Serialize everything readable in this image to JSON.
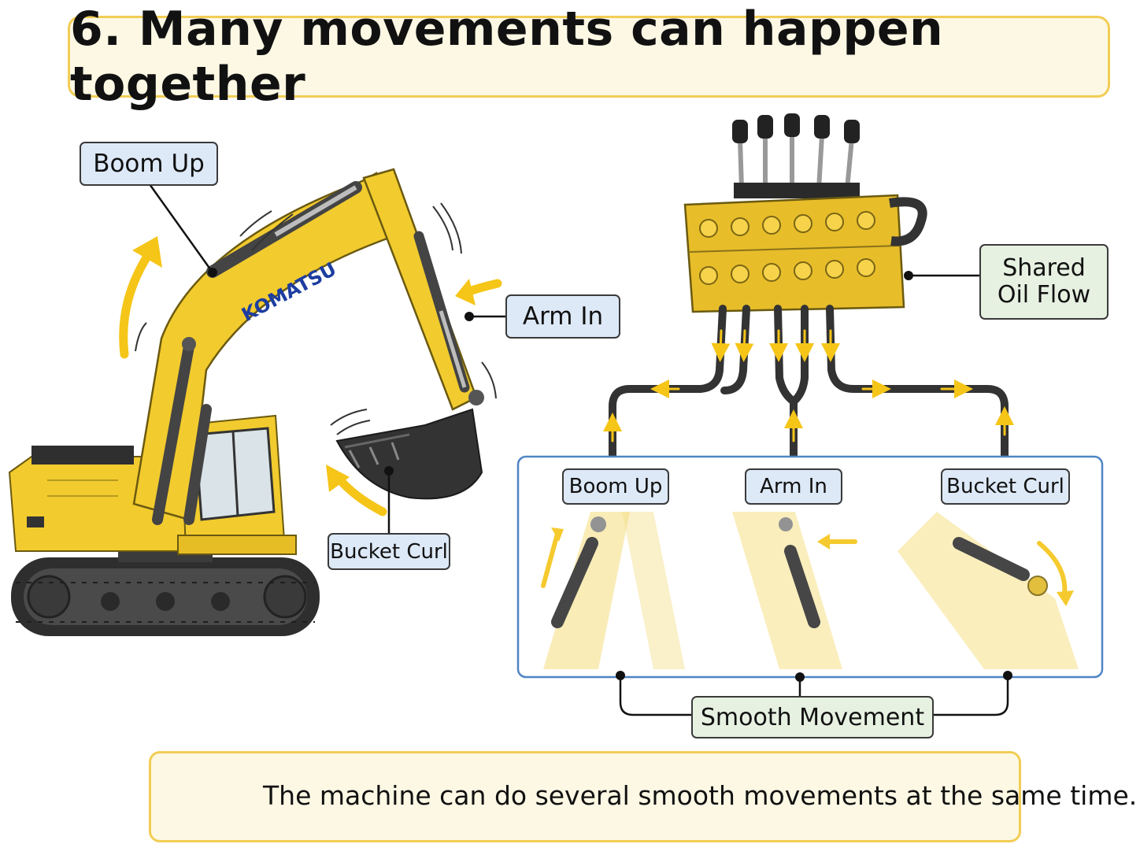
{
  "title": "6. Many movements can happen together",
  "excavator": {
    "brand": "KOMATSU",
    "labels": {
      "boom_up": "Boom Up",
      "arm_in": "Arm In",
      "bucket_curl": "Bucket Curl"
    }
  },
  "valve": {
    "label": "Shared Oil Flow",
    "lever_count": 5
  },
  "panel": {
    "labels": {
      "boom_up": "Boom Up",
      "arm_in": "Arm In",
      "bucket_curl": "Bucket Curl"
    }
  },
  "bottom_label": "Smooth Movement",
  "tip": {
    "icon": "lightbulb-icon",
    "text": "The machine can do several smooth movements at the same time."
  },
  "colors": {
    "machine_yellow": "#f2cb2e",
    "arrow_yellow": "#f5c518",
    "hose": "#333333",
    "panel_border": "#4f85c4",
    "title_border": "#f2cd55"
  }
}
